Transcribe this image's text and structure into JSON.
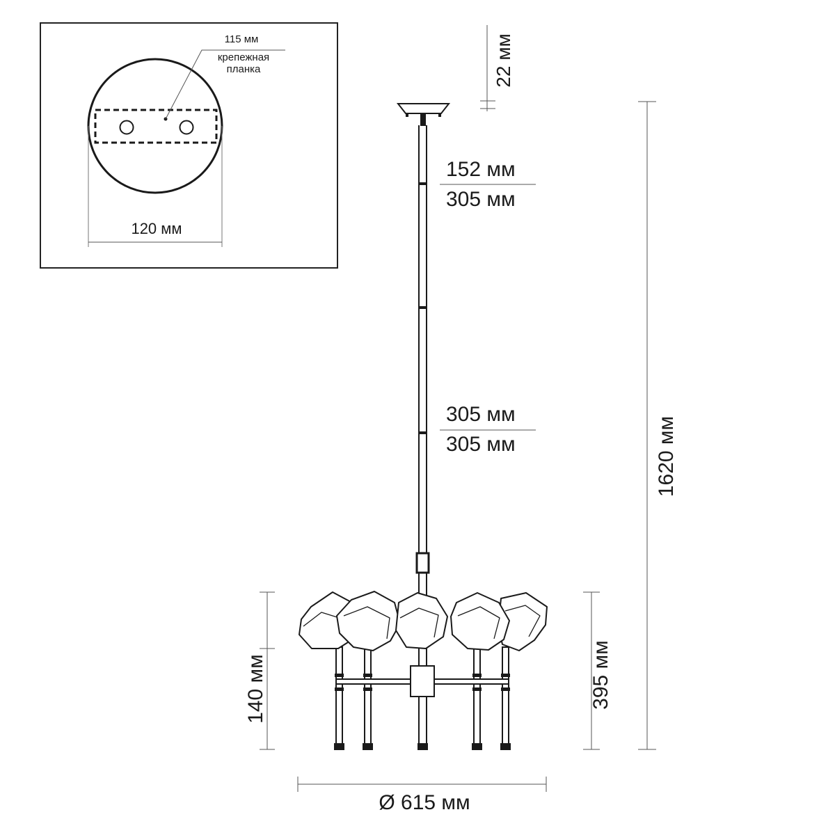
{
  "inset": {
    "plate_width": "115 мм",
    "plate_label": "крепежная\nпланка",
    "canopy_diameter": "120 мм"
  },
  "dimensions": {
    "canopy_height": "22 мм",
    "rod_a_top": "152 мм",
    "rod_a_bottom": "305 мм",
    "rod_b_top": "305 мм",
    "rod_b_bottom": "305 мм",
    "total_height": "1620 мм",
    "arm_height": "140 мм",
    "fixture_height": "395 мм",
    "diameter": "Ø 615 мм"
  },
  "colors": {
    "line": "#1a1a1a",
    "dim": "#555555",
    "panel_border": "#222222"
  }
}
